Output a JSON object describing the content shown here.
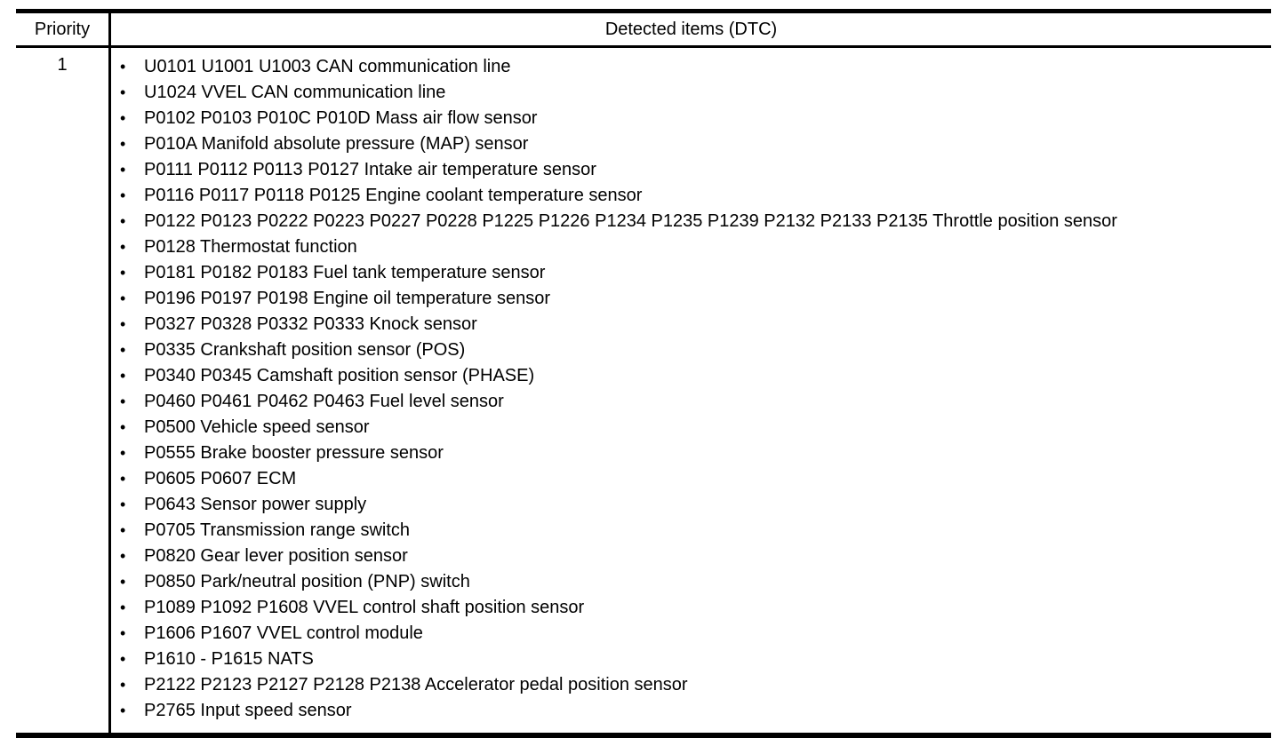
{
  "table": {
    "header": {
      "priority": "Priority",
      "detected": "Detected items (DTC)"
    },
    "row": {
      "priority": "1",
      "items": [
        "U0101 U1001 U1003 CAN communication line",
        "U1024 VVEL CAN communication line",
        "P0102 P0103 P010C P010D Mass air flow sensor",
        "P010A Manifold absolute pressure (MAP) sensor",
        "P0111 P0112 P0113 P0127 Intake air temperature sensor",
        "P0116 P0117 P0118 P0125 Engine coolant temperature sensor",
        "P0122 P0123 P0222 P0223 P0227 P0228 P1225 P1226 P1234 P1235 P1239 P2132 P2133 P2135 Throttle position sensor",
        "P0128 Thermostat function",
        "P0181 P0182 P0183 Fuel tank temperature sensor",
        "P0196 P0197 P0198 Engine oil temperature sensor",
        "P0327 P0328 P0332 P0333 Knock sensor",
        "P0335 Crankshaft position sensor (POS)",
        "P0340 P0345 Camshaft position sensor (PHASE)",
        "P0460 P0461 P0462 P0463 Fuel level sensor",
        "P0500 Vehicle speed sensor",
        "P0555 Brake booster pressure sensor",
        "P0605 P0607 ECM",
        "P0643 Sensor power supply",
        "P0705 Transmission range switch",
        "P0820 Gear lever position sensor",
        "P0850 Park/neutral position (PNP) switch",
        "P1089 P1092 P1608 VVEL control shaft position sensor",
        "P1606 P1607 VVEL control module",
        "P1610 - P1615 NATS",
        "P2122 P2123 P2127 P2128 P2138 Accelerator pedal position sensor",
        "P2765 Input speed sensor"
      ]
    },
    "colors": {
      "border": "#000000",
      "text": "#000000",
      "background": "#ffffff"
    }
  }
}
